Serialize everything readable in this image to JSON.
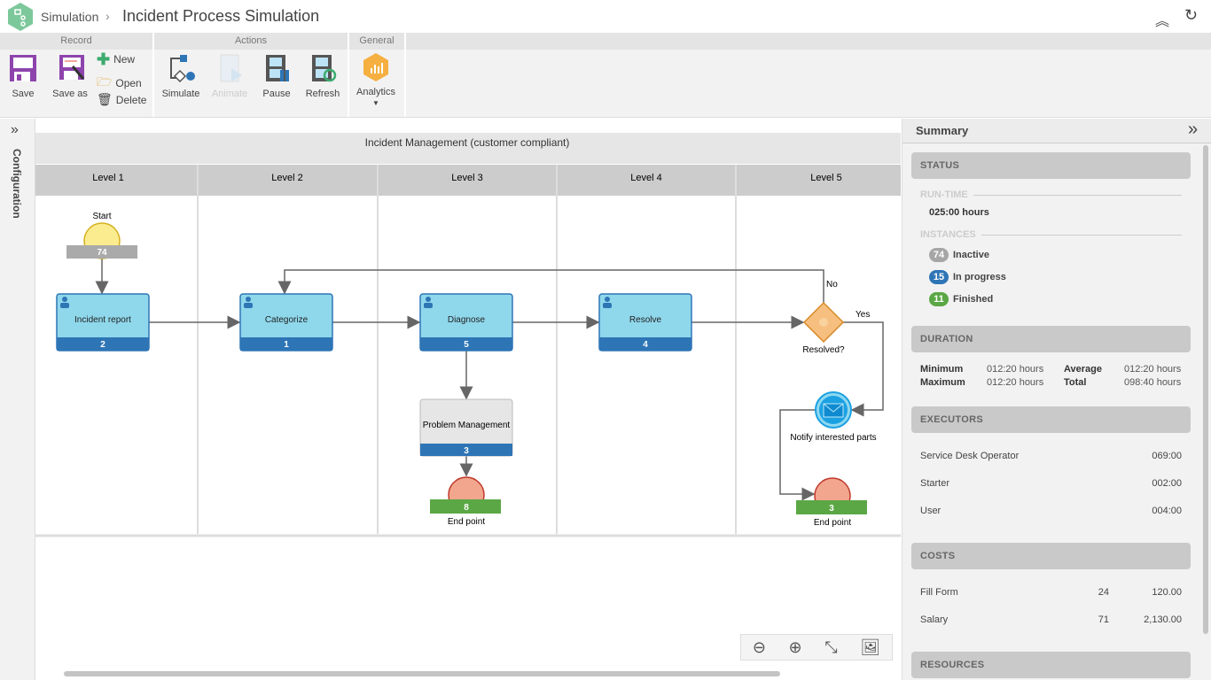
{
  "header": {
    "breadcrumb": "Simulation",
    "separator": "›",
    "title": "Incident Process Simulation",
    "collapse_icon": "chevron-double-up-icon",
    "refresh_icon": "refresh-icon"
  },
  "ribbon": {
    "groups": {
      "record": "Record",
      "actions": "Actions",
      "general": "General"
    },
    "save": "Save",
    "save_as": "Save as",
    "new": "New",
    "open": "Open",
    "delete": "Delete",
    "simulate": "Simulate",
    "animate": "Animate",
    "pause": "Pause",
    "refresh": "Refresh",
    "analytics": "Analytics"
  },
  "sidebar": {
    "label": "Configuration"
  },
  "diagram": {
    "pool_title": "Incident Management (customer compliant)",
    "lanes": [
      "Level 1",
      "Level 2",
      "Level 3",
      "Level 4",
      "Level 5"
    ],
    "start": {
      "label": "Start",
      "count": "74"
    },
    "tasks": [
      {
        "label": "Incident report",
        "count": "2"
      },
      {
        "label": "Categorize",
        "count": "1"
      },
      {
        "label": "Diagnose",
        "count": "5"
      },
      {
        "label": "Resolve",
        "count": "4"
      }
    ],
    "subprocess": {
      "label": "Problem Management",
      "count": "3"
    },
    "gateway": {
      "label": "Resolved?",
      "no": "No",
      "yes": "Yes"
    },
    "message_event": {
      "label": "Notify interested parts"
    },
    "end1": {
      "label": "End point",
      "count": "8"
    },
    "end2": {
      "label": "End point",
      "count": "3"
    }
  },
  "summary": {
    "title": "Summary",
    "status": {
      "title": "STATUS",
      "runtime_label": "RUN-TIME",
      "runtime": "025:00 hours",
      "instances_label": "INSTANCES",
      "instances": [
        {
          "count": "74",
          "label": "Inactive",
          "color": "#a6a6a6"
        },
        {
          "count": "15",
          "label": "In progress",
          "color": "#2e75b6"
        },
        {
          "count": "11",
          "label": "Finished",
          "color": "#5ba745"
        }
      ]
    },
    "duration": {
      "title": "DURATION",
      "minimum_label": "Minimum",
      "minimum": "012:20 hours",
      "maximum_label": "Maximum",
      "maximum": "012:20 hours",
      "average_label": "Average",
      "average": "012:20 hours",
      "total_label": "Total",
      "total": "098:40 hours"
    },
    "executors": {
      "title": "EXECUTORS",
      "rows": [
        {
          "name": "Service Desk Operator",
          "time": "069:00"
        },
        {
          "name": "Starter",
          "time": "002:00"
        },
        {
          "name": "User",
          "time": "004:00"
        }
      ]
    },
    "costs": {
      "title": "COSTS",
      "rows": [
        {
          "name": "Fill Form",
          "qty": "24",
          "amount": "120.00"
        },
        {
          "name": "Salary",
          "qty": "71",
          "amount": "2,130.00"
        }
      ]
    },
    "resources": {
      "title": "RESOURCES"
    }
  }
}
